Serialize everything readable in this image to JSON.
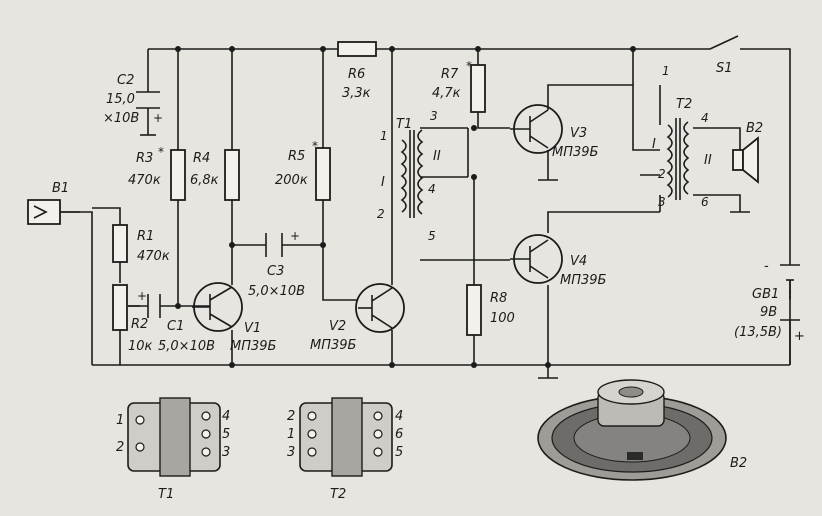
{
  "components": {
    "B1": "B1",
    "R1": {
      "ref": "R1",
      "value": "470к"
    },
    "R2": {
      "ref": "R2",
      "value": "10к"
    },
    "C1": {
      "ref": "C1",
      "value": "5,0×10В"
    },
    "C2": {
      "ref": "C2",
      "value1": "15,0",
      "value2": "×10В"
    },
    "R3": {
      "ref": "R3",
      "mark": "*",
      "value": "470к"
    },
    "R4": {
      "ref": "R4",
      "value": "6,8к"
    },
    "C3": {
      "ref": "C3",
      "value": "5,0×10В"
    },
    "R5": {
      "ref": "R5",
      "mark": "*",
      "value": "200к"
    },
    "R6": {
      "ref": "R6",
      "value": "3,3к"
    },
    "V1": {
      "ref": "V1",
      "type": "МП39Б"
    },
    "V2": {
      "ref": "V2",
      "type": "МП39Б"
    },
    "T1": {
      "ref": "T1",
      "winding1": "I",
      "winding2": "II",
      "pins": [
        "1",
        "2",
        "3",
        "4",
        "5"
      ]
    },
    "R7": {
      "ref": "R7",
      "mark": "*",
      "value": "4,7к"
    },
    "R8": {
      "ref": "R8",
      "value": "100"
    },
    "V3": {
      "ref": "V3",
      "type": "МП39Б"
    },
    "V4": {
      "ref": "V4",
      "type": "МП39Б"
    },
    "T2": {
      "ref": "T2",
      "winding1": "I",
      "winding2": "II",
      "pins": [
        "1",
        "2",
        "3",
        "4",
        "6"
      ]
    },
    "B2": "B2",
    "S1": "S1",
    "GB1": {
      "ref": "GB1",
      "value1": "9В",
      "value2": "(13,5В)",
      "minus": "-",
      "plus": "+"
    },
    "plus_sign": "+"
  },
  "pinouts": {
    "T1": {
      "ref": "T1",
      "left": [
        "1",
        "2"
      ],
      "right": [
        "4",
        "5",
        "3"
      ]
    },
    "T2": {
      "ref": "T2",
      "left": [
        "2",
        "1",
        "3"
      ],
      "right": [
        "4",
        "6",
        "5"
      ]
    }
  },
  "speaker_label": "B2",
  "colors": {
    "ink": "#1c1c1c",
    "paper": "#e7e5df"
  }
}
